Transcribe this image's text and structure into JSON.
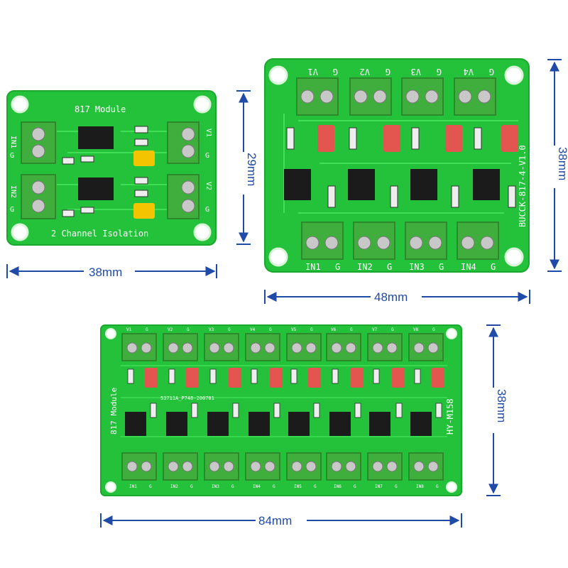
{
  "colors": {
    "pcb": "#23c23a",
    "pcb_edge": "#1aa82e",
    "trace": "#3fe055",
    "terminal": "#3fae3c",
    "terminal_dark": "#2d8a2c",
    "chip": "#1b1b1b",
    "jumper_yellow": "#f5c400",
    "jumper_red": "#e2564f",
    "dimension": "#1f4aa8"
  },
  "board_2ch": {
    "title": "817 Module",
    "subtitle": "2 Channel Isolation",
    "labels_left": [
      "IN1",
      "G",
      "IN2",
      "G"
    ],
    "labels_right": [
      "V1",
      "G",
      "V2",
      "G"
    ],
    "width_label": "38mm",
    "height_label": "29mm"
  },
  "board_4ch": {
    "top_labels": [
      "V1",
      "G",
      "V2",
      "G",
      "V3",
      "G",
      "V4",
      "G"
    ],
    "bottom_labels": [
      "IN1",
      "G",
      "IN2",
      "G",
      "IN3",
      "G",
      "IN4",
      "G"
    ],
    "side_text": "BUCCK-817-4-V1.0",
    "width_label": "48mm",
    "height_label": "38mm"
  },
  "board_8ch": {
    "left_text": "817 Module",
    "right_text": "HY-M158",
    "part_text": "53711A_P748-200701",
    "top_labels": [
      "V1",
      "G",
      "V2",
      "G",
      "V3",
      "G",
      "V4",
      "G",
      "V5",
      "G",
      "V6",
      "G",
      "V7",
      "G",
      "V8",
      "G"
    ],
    "bottom_labels": [
      "IN1",
      "G",
      "IN2",
      "G",
      "IN3",
      "G",
      "IN4",
      "G",
      "IN5",
      "G",
      "IN6",
      "G",
      "IN7",
      "G",
      "IN8",
      "G"
    ],
    "width_label": "84mm",
    "height_label": "38mm"
  }
}
